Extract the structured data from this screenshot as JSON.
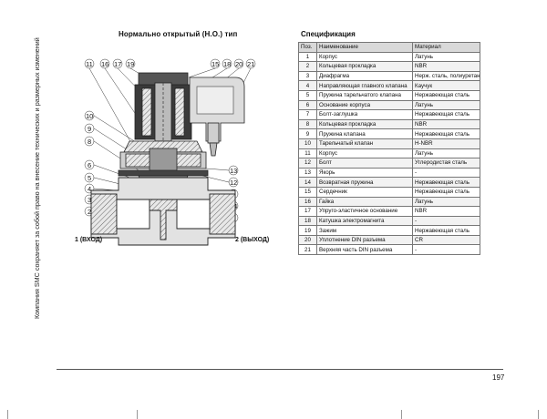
{
  "page": {
    "side_note": "Компания SMC сохраняет за собой право на внесение технических и размерных изменений",
    "page_number": "197"
  },
  "diagram": {
    "title": "Нормально открытый (Н.О.) тип",
    "port_in": "1 (ВХОД)",
    "port_out": "2 (ВЫХОД)",
    "callouts_top": [
      "11",
      "16",
      "17",
      "19",
      "15",
      "18",
      "20",
      "21"
    ],
    "callouts_left": [
      "10",
      "9",
      "8",
      "6",
      "5",
      "4",
      "3",
      "2"
    ],
    "callouts_right": [
      "13",
      "12",
      "7",
      "14",
      "2"
    ]
  },
  "spec": {
    "title": "Спецификация",
    "headers": [
      "Поз.",
      "Наименование",
      "Материал"
    ],
    "rows": [
      [
        "1",
        "Корпус",
        "Латунь"
      ],
      [
        "2",
        "Кольцевая прокладка",
        "NBR"
      ],
      [
        "3",
        "Диафрагма",
        "Нерж. сталь, полиуретан"
      ],
      [
        "4",
        "Направляющая главного клапана",
        "Каучук"
      ],
      [
        "5",
        "Пружина тарельчатого клапана",
        "Нержавеющая сталь"
      ],
      [
        "6",
        "Основание корпуса",
        "Латунь"
      ],
      [
        "7",
        "Болт-заглушка",
        "Нержавеющая сталь"
      ],
      [
        "8",
        "Кольцевая прокладка",
        "NBR"
      ],
      [
        "9",
        "Пружина клапана",
        "Нержавеющая сталь"
      ],
      [
        "10",
        "Тарельчатый клапан",
        "H-NBR"
      ],
      [
        "11",
        "Корпус",
        "Латунь"
      ],
      [
        "12",
        "Болт",
        "Углеродистая сталь"
      ],
      [
        "13",
        "Якорь",
        "-"
      ],
      [
        "14",
        "Возвратная пружина",
        "Нержавеющая сталь"
      ],
      [
        "15",
        "Сердечник",
        "Нержавеющая сталь"
      ],
      [
        "16",
        "Гайка",
        "Латунь"
      ],
      [
        "17",
        "Упруго-эластичное основание",
        "NBR"
      ],
      [
        "18",
        "Катушка электромагнита",
        "-"
      ],
      [
        "19",
        "Зажим",
        "Нержавеющая сталь"
      ],
      [
        "20",
        "Уплотнение DIN разъема",
        "CR"
      ],
      [
        "21",
        "Верхняя часть DIN разъема",
        "-"
      ]
    ]
  },
  "colors": {
    "rule": "#555555",
    "header_bg": "#d9d9d9"
  }
}
